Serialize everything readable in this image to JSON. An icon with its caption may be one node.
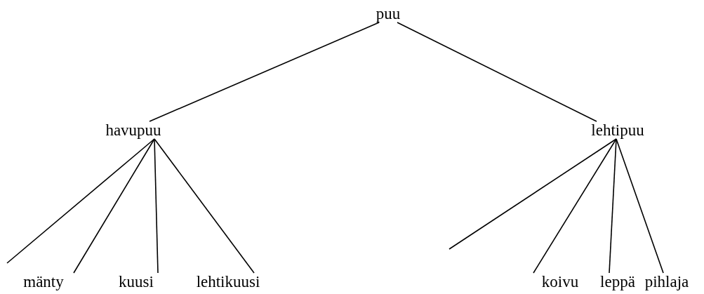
{
  "diagram": {
    "nodes": [
      {
        "text": [
          "puu"
        ]
      },
      {
        "text": [
          "havupuu"
        ]
      },
      {
        "text": [
          "lehtipuu"
        ]
      },
      {
        "text": [
          "mänty"
        ]
      },
      {
        "text": [
          "kuusi"
        ]
      },
      {
        "text": [
          "lehtikuusi"
        ]
      },
      {
        "text": [
          "koivu"
        ]
      },
      {
        "text": [
          "leppä"
        ]
      },
      {
        "text": [
          "pihlaja"
        ]
      }
    ],
    "edges": [
      {
        "from": 0,
        "to": 1,
        "arrow": "none"
      },
      {
        "from": 0,
        "to": 2,
        "arrow": "none"
      },
      {
        "from": 1,
        "to": null,
        "arrow": "none"
      },
      {
        "from": 1,
        "to": 3,
        "arrow": "none"
      },
      {
        "from": 1,
        "to": 4,
        "arrow": "none"
      },
      {
        "from": 1,
        "to": 5,
        "arrow": "none"
      },
      {
        "from": 2,
        "to": null,
        "arrow": "none"
      },
      {
        "from": 2,
        "to": 6,
        "arrow": "none"
      },
      {
        "from": 2,
        "to": 7,
        "arrow": "none"
      },
      {
        "from": 2,
        "to": 8,
        "arrow": "none"
      }
    ]
  }
}
